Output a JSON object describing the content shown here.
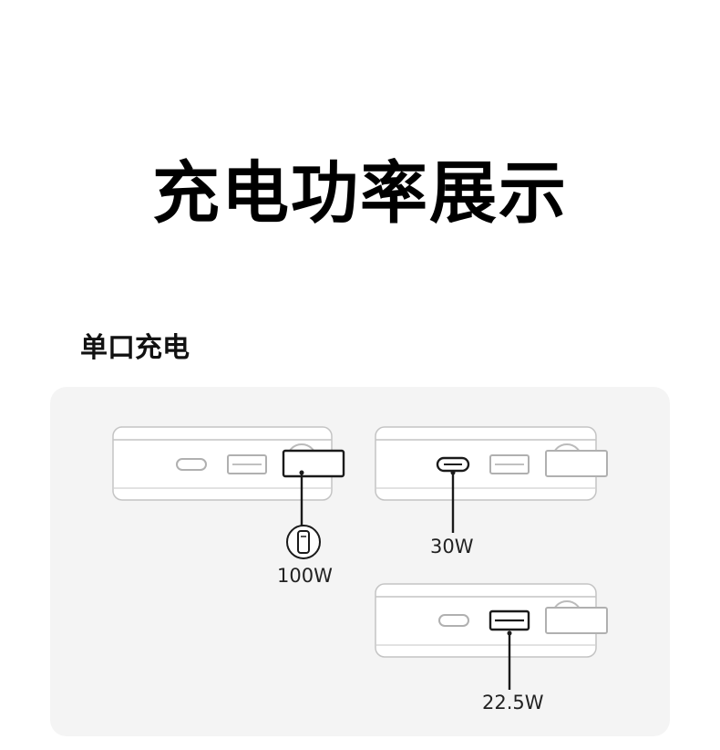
{
  "title": "充电功率展示",
  "section": {
    "title": "单口充电"
  },
  "colors": {
    "panel_bg": "#f4f4f4",
    "outline_dark": "#222222",
    "outline_light": "#b8b8b8",
    "text": "#111111"
  },
  "diagrams": [
    {
      "name": "built-in-cable",
      "active_port": "built-in-cable",
      "power": "100W",
      "icon": "usb-c-plug-icon"
    },
    {
      "name": "usb-c-port",
      "active_port": "usb-c",
      "power": "30W"
    },
    {
      "name": "usb-a-port",
      "active_port": "usb-a",
      "power": "22.5W"
    }
  ]
}
